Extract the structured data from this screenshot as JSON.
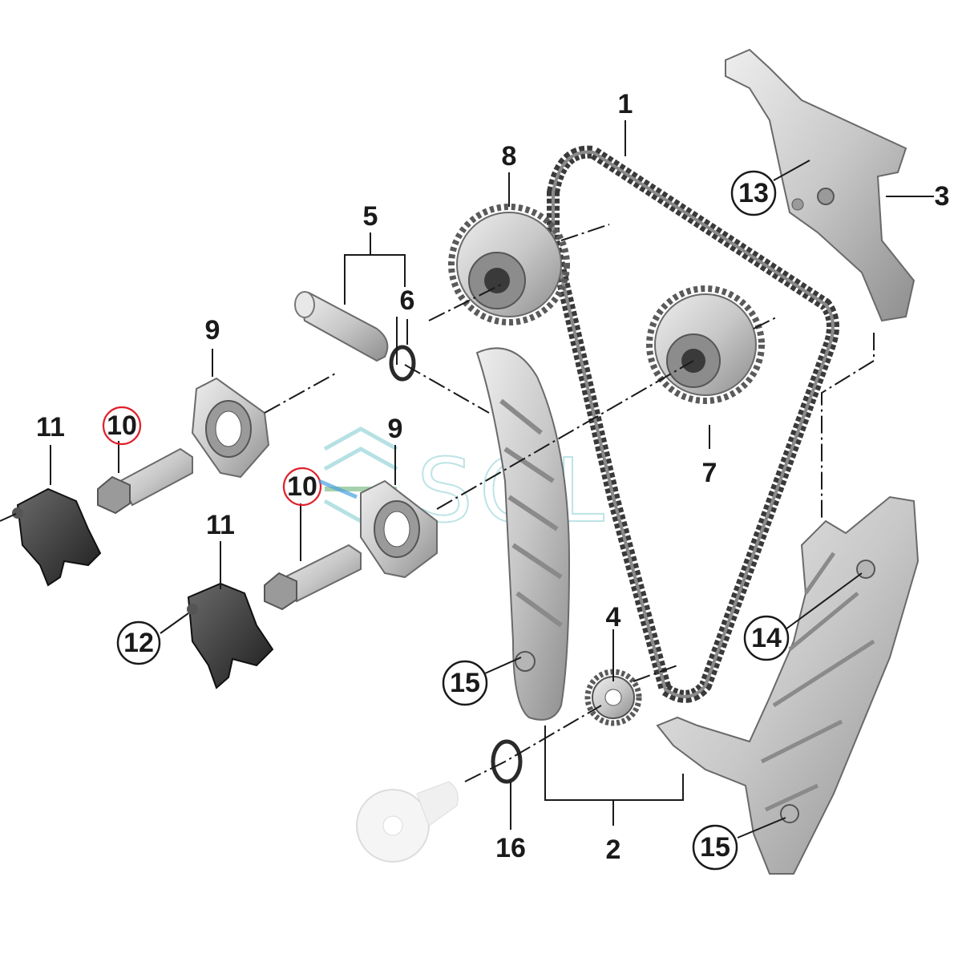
{
  "labels": {
    "p1": "1",
    "p2": "2",
    "p3": "3",
    "p4": "4",
    "p5": "5",
    "p6": "6",
    "p7": "7",
    "p8": "8",
    "p9a": "9",
    "p9b": "9",
    "p10a": "10",
    "p10b": "10",
    "p11a": "11",
    "p11b": "11",
    "p12": "12",
    "p13": "13",
    "p14": "14",
    "p15a": "15",
    "p15b": "15",
    "p16": "16"
  },
  "watermark": {
    "text": "SOL"
  },
  "colors": {
    "line": "#1a1a1a",
    "part_light": "#d6d6d6",
    "part_mid": "#a9a9a9",
    "part_dark": "#3a3a3a",
    "highlight": "#e0202a",
    "watermark": "#6ec3c9"
  }
}
